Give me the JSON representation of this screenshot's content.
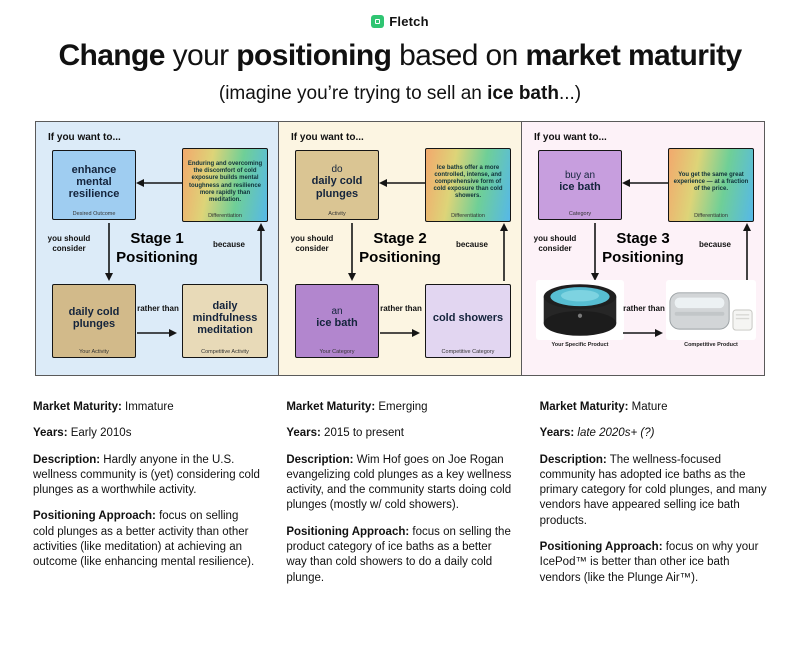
{
  "brand": {
    "name": "Fletch",
    "logo_color": "#2fc572"
  },
  "header": {
    "t1": "Change",
    "t2": " your ",
    "t3": "positioning",
    "t4": " based on ",
    "t5": "market maturity",
    "s1": "(imagine you’re trying to sell an ",
    "s2": "ice bath",
    "s3": "...)"
  },
  "common": {
    "if_you_want": "If you want to...",
    "you_should": "you should consider",
    "because": "because",
    "rather_than": "rather than"
  },
  "palette": {
    "stage1_bg": "#dcebf8",
    "stage2_bg": "#fcf5e2",
    "stage3_bg": "#fdf2f8",
    "outcome_blue": "#9fcdf1",
    "activity_tan": "#d2ba8a",
    "category_purple": "#b286ce",
    "differentiation_gradient": [
      "#f2a96d",
      "#ddd478",
      "#6fcf97",
      "#56b8e8"
    ]
  },
  "stages": [
    {
      "title_line1": "Stage 1",
      "title_line2": "Positioning",
      "top_left": {
        "pre": "",
        "main": "enhance mental resilience",
        "label": "Desired Outcome"
      },
      "diff": {
        "text": "Enduring and overcoming the discomfort of cold exposure builds mental toughness and resilience more rapidly than meditation.",
        "label": "Differentiation"
      },
      "bottom_left": {
        "pre": "",
        "main": "daily cold plunges",
        "label": "Your Activity"
      },
      "bottom_right": {
        "pre": "",
        "main": "daily mindfulness meditation",
        "label": "Competitive Activity"
      }
    },
    {
      "title_line1": "Stage 2",
      "title_line2": "Positioning",
      "top_left": {
        "pre": "do",
        "main": "daily cold plunges",
        "label": "Activity"
      },
      "diff": {
        "text": "Ice baths offer a more controlled, intense, and comprehensive form of cold exposure than cold showers.",
        "label": "Differentiation"
      },
      "bottom_left": {
        "pre": "an",
        "main": "ice bath",
        "label": "Your Category"
      },
      "bottom_right": {
        "pre": "",
        "main": "cold showers",
        "label": "Competitive Category"
      }
    },
    {
      "title_line1": "Stage 3",
      "title_line2": "Positioning",
      "top_left": {
        "pre": "buy an",
        "main": "ice bath",
        "label": "Category"
      },
      "diff": {
        "text": "You get the same great experience — at a fraction of the price.",
        "label": "Differentiation"
      },
      "bottom_left": {
        "label": "Your Specific Product"
      },
      "bottom_right": {
        "label": "Competitive Product"
      }
    }
  ],
  "columns": [
    {
      "maturity_label": "Market Maturity:",
      "maturity_value": " Immature",
      "years_label": "Years:",
      "years_value": " Early 2010s",
      "desc_label": "Description:",
      "desc_value": " Hardly anyone in the U.S. wellness community is (yet) considering cold plunges as a worthwhile activity.",
      "approach_label": "Positioning Approach:",
      "approach_value": " focus on selling cold plunges as a better activity than other activities (like meditation) at achieving an outcome (like enhancing mental resilience)."
    },
    {
      "maturity_label": "Market Maturity:",
      "maturity_value": " Emerging",
      "years_label": "Years:",
      "years_value": " 2015 to present",
      "desc_label": "Description:",
      "desc_value": " Wim Hof goes on Joe Rogan evangelizing cold plunges as a key wellness activity, and the community starts doing cold plunges (mostly w/ cold showers).",
      "approach_label": "Positioning Approach:",
      "approach_value": " focus on selling the product category of ice baths as a better way than cold showers to do a daily cold plunge."
    },
    {
      "maturity_label": "Market Maturity:",
      "maturity_value": " Mature",
      "years_label": "Years:",
      "years_value": " late 2020s+ (?)",
      "desc_label": "Description:",
      "desc_value": " The wellness-focused community has adopted ice baths as the primary category for cold plunges, and many vendors have appeared selling ice bath products.",
      "approach_label": "Positioning Approach:",
      "approach_value": " focus on why your IcePod™ is better than other ice bath vendors (like the Plunge Air™)."
    }
  ]
}
